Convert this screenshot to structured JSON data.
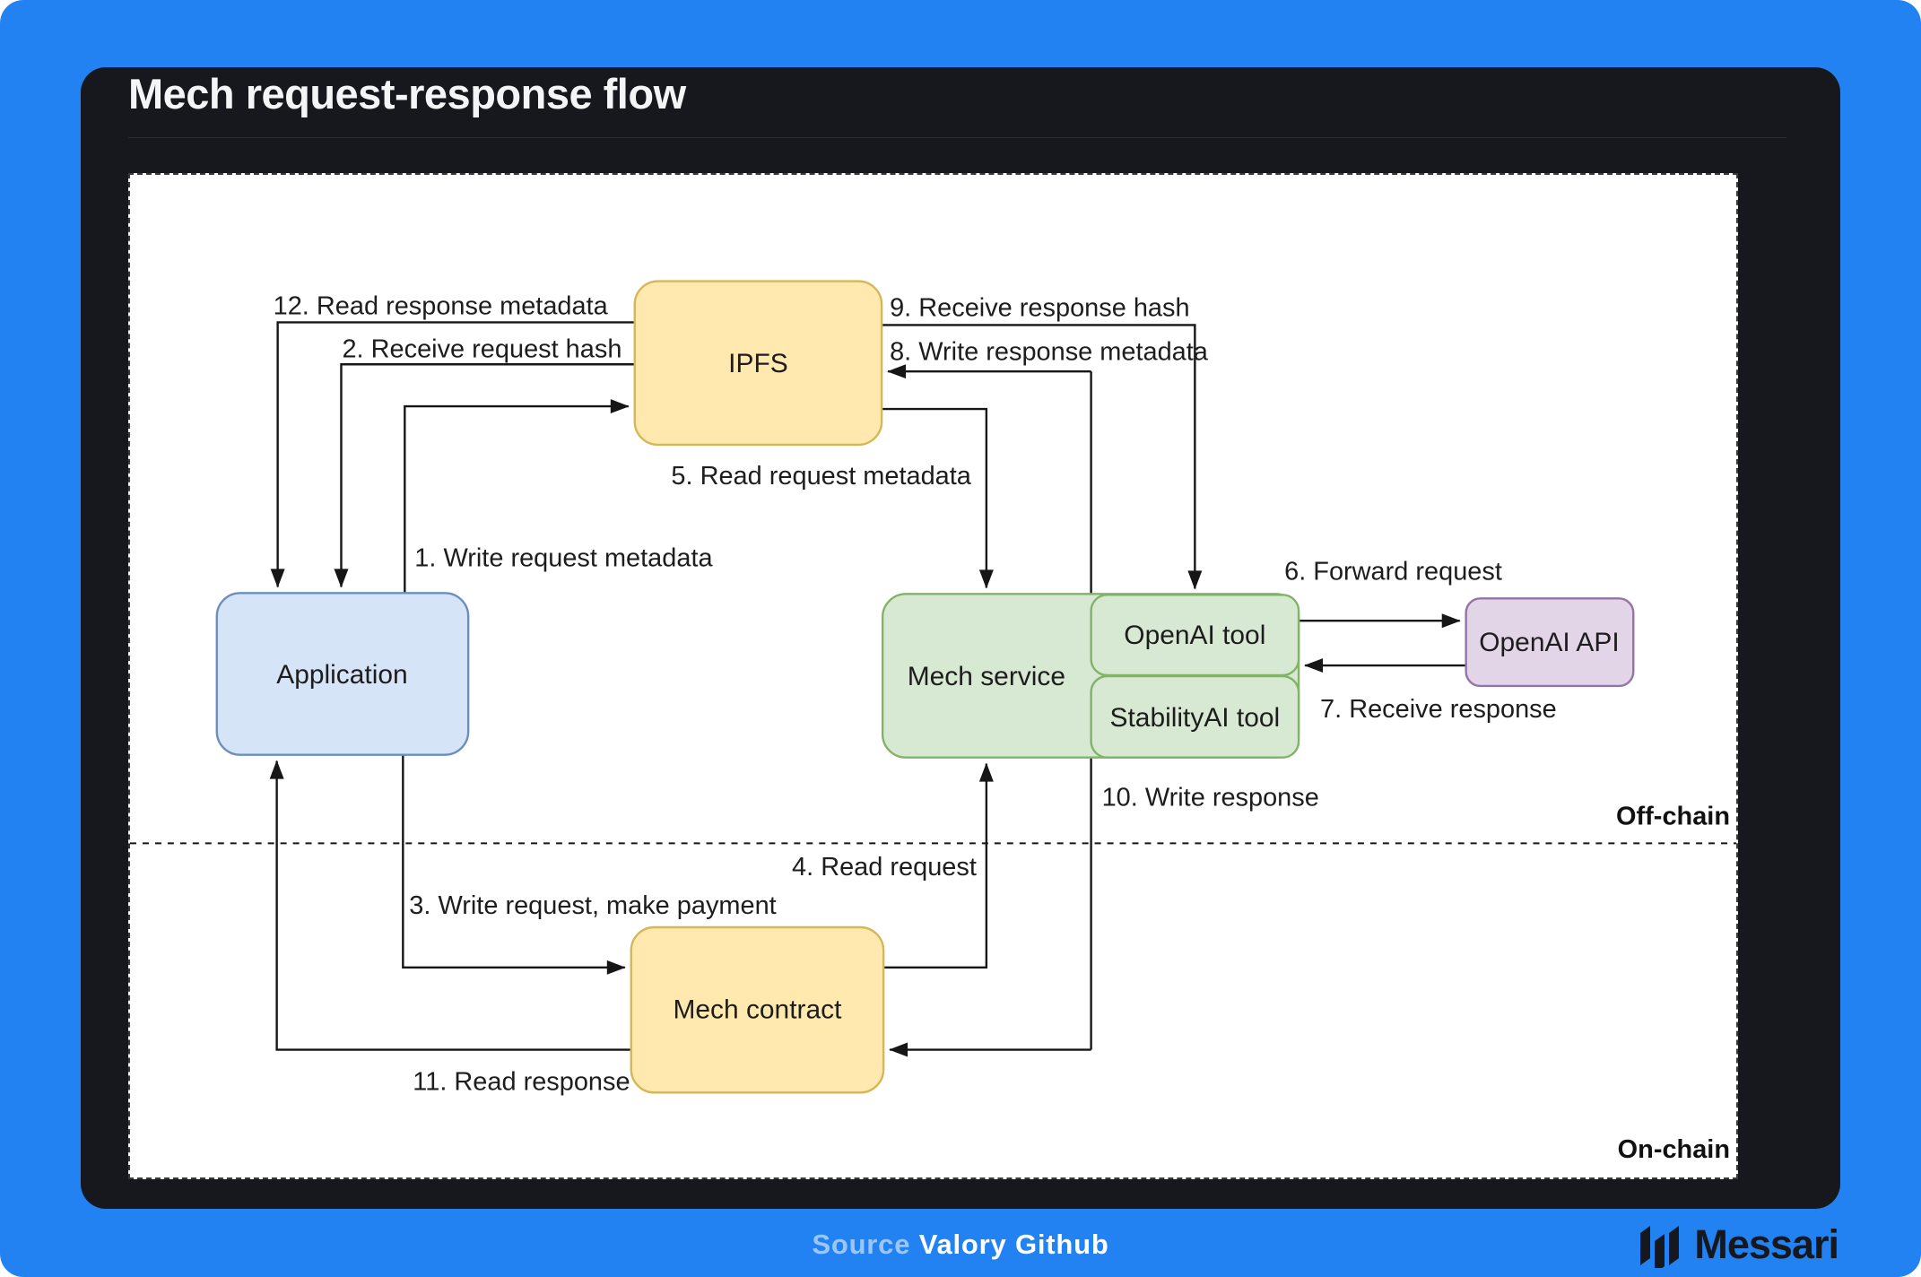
{
  "header": {
    "title": "Mech request-response flow"
  },
  "diagram": {
    "nodes": {
      "ipfs": {
        "label": "IPFS"
      },
      "application": {
        "label": "Application"
      },
      "mech_service": {
        "label": "Mech service"
      },
      "openai_tool": {
        "label": "OpenAI tool"
      },
      "stabilityai_tool": {
        "label": "StabilityAI tool"
      },
      "openai_api": {
        "label": "OpenAI API"
      },
      "mech_contract": {
        "label": "Mech contract"
      }
    },
    "edges": {
      "e1": {
        "label": "1. Write request metadata",
        "from": "application",
        "to": "ipfs"
      },
      "e2": {
        "label": "2. Receive request hash",
        "from": "ipfs",
        "to": "application"
      },
      "e3": {
        "label": "3. Write request, make payment",
        "from": "application",
        "to": "mech_contract"
      },
      "e4": {
        "label": "4. Read request",
        "from": "mech_contract",
        "to": "mech_service"
      },
      "e5": {
        "label": "5. Read request metadata",
        "from": "ipfs",
        "to": "mech_service"
      },
      "e6": {
        "label": "6. Forward request",
        "from": "openai_tool",
        "to": "openai_api"
      },
      "e7": {
        "label": "7. Receive response",
        "from": "openai_api",
        "to": "openai_tool"
      },
      "e8": {
        "label": "8. Write response metadata",
        "from": "mech_service",
        "to": "ipfs"
      },
      "e9": {
        "label": "9. Receive response hash",
        "from": "ipfs",
        "to": "openai_tool"
      },
      "e10": {
        "label": "10. Write response",
        "from": "mech_service",
        "to": "mech_contract"
      },
      "e11": {
        "label": "11. Read response",
        "from": "mech_contract",
        "to": "application"
      },
      "e12": {
        "label": "12. Read response metadata",
        "from": "ipfs",
        "to": "application"
      }
    },
    "zones": {
      "off_chain": "Off-chain",
      "on_chain": "On-chain"
    },
    "colors": {
      "background_blue": "#2282F2",
      "card_dark": "#16181D",
      "canvas_white": "#FFFFFF",
      "line": "#161616",
      "node_yellow_fill": "#FFE9AF",
      "node_yellow_border": "#D6B656",
      "node_blue_fill": "#D6E4F7",
      "node_blue_border": "#6C8EBF",
      "node_green_fill": "#D7E8D3",
      "node_green_border": "#82B366",
      "node_purple_fill": "#E2D5E8",
      "node_purple_border": "#9673A6"
    }
  },
  "footer": {
    "source_prefix": "Source",
    "source_name": "Valory Github",
    "brand": "Messari"
  }
}
